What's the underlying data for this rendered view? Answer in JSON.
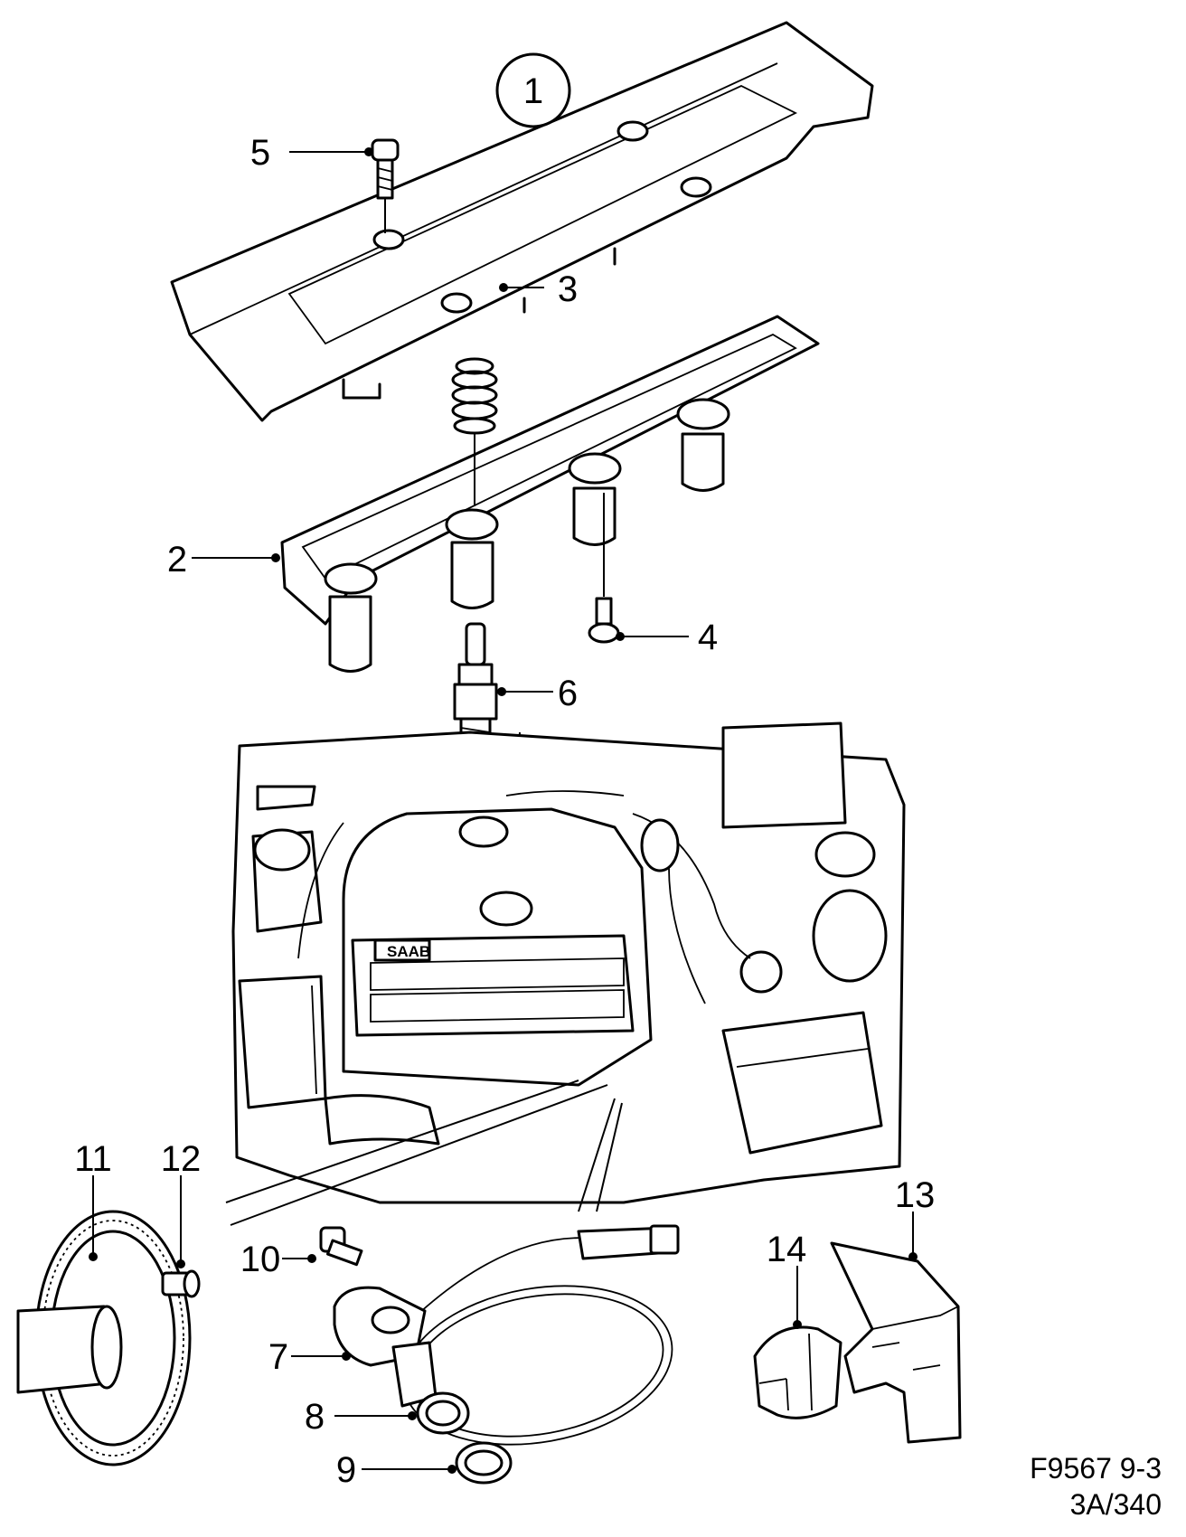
{
  "callouts": {
    "c1": "1",
    "c2": "2",
    "c3": "3",
    "c4": "4",
    "c5": "5",
    "c6": "6",
    "c7": "7",
    "c8": "8",
    "c9": "9",
    "c10": "10",
    "c11": "11",
    "c12": "12",
    "c13": "13",
    "c14": "14"
  },
  "engine_badge": "SAAB",
  "reference": {
    "line1": "F9567 9-3",
    "line2": "3A/340"
  }
}
